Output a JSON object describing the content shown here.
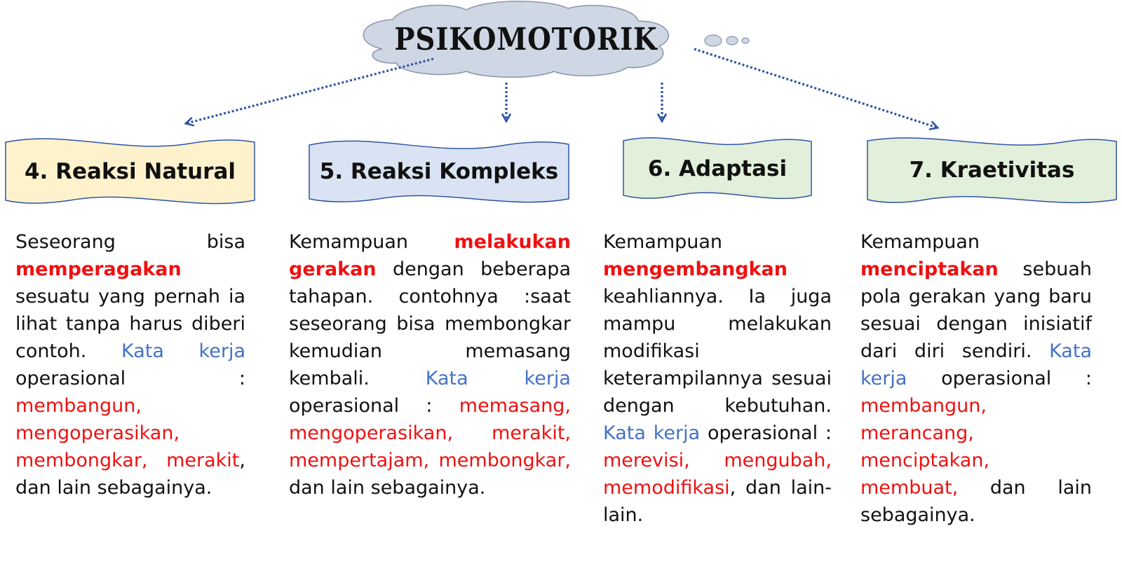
{
  "title": "PSIKOMOTORIK",
  "colors": {
    "cloud_fill": "#cfd6e4",
    "banner_yellow": "#fdf2cc",
    "banner_blue": "#dae3f3",
    "banner_green": "#e2efda",
    "arrow": "#2e55a4",
    "emphasis": "#ee1111",
    "keyword": "#4472c4"
  },
  "cards": [
    {
      "label": "4. Reaksi Natural",
      "desc": {
        "intro": "Seseorang bisa",
        "verb": "memperagakan",
        "after": "sesuatu yang pernah ia lihat tanpa harus diberi contoh.",
        "kata_kerja": "Kata kerja",
        "operasional": "operasional :",
        "examples": [
          "membangun,",
          "mengoperasikan,",
          "membongkar,",
          "merakit"
        ],
        "closing": ", dan lain sebagainya."
      }
    },
    {
      "label": "5. Reaksi Kompleks",
      "desc": {
        "intro": "Kemampuan",
        "verb": "melakukan gerakan",
        "after": "dengan beberapa tahapan. contohnya :saat seseorang bisa membongkar kemudian memasang kembali.",
        "kata_kerja": "Kata kerja",
        "operasional": "operasional :",
        "examples": [
          "memasang,",
          "mengoperasikan,",
          "merakit,",
          "mempertajam,",
          "membongkar,"
        ],
        "closing": "dan lain sebagainya."
      }
    },
    {
      "label": "6. Adaptasi",
      "desc": {
        "intro": "Kemampuan",
        "verb": "mengembangkan",
        "after": "keahliannya. Ia juga mampu melakukan modifikasi keterampilannya sesuai dengan kebutuhan.",
        "kata_kerja": "Kata kerja",
        "operasional": "operasional :",
        "examples": [
          "merevisi,",
          "mengubah,",
          "memodifikasi"
        ],
        "closing": ", dan lain-lain."
      }
    },
    {
      "label": "7. Kraetivitas",
      "desc": {
        "intro": "Kemampuan",
        "verb": "menciptakan",
        "after": "sebuah pola gerakan yang baru sesuai dengan inisiatif dari diri sendiri.",
        "kata_kerja": "Kata kerja",
        "operasional": "operasional :",
        "examples": [
          "membangun,",
          "merancang,",
          "menciptakan,",
          "membuat,"
        ],
        "closing": "dan lain sebagainya."
      }
    }
  ]
}
